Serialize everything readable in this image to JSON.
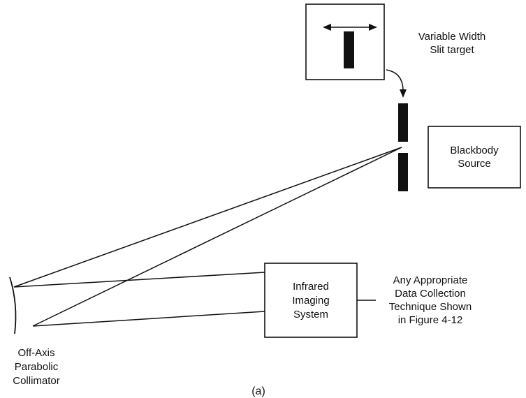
{
  "slit_target": {
    "label_lines": [
      "Variable Width",
      "Slit target"
    ]
  },
  "blackbody": {
    "label_lines": [
      "Blackbody",
      "Source"
    ]
  },
  "imaging_system": {
    "label_lines": [
      "Infrared",
      "Imaging",
      "System"
    ]
  },
  "data_collection": {
    "label_lines": [
      "Any Appropriate",
      "Data Collection",
      "Technique Shown",
      "in Figure 4-12"
    ]
  },
  "collimator": {
    "label_lines": [
      "Off-Axis",
      "Parabolic",
      "Collimator"
    ]
  },
  "caption": "(a)",
  "colors": {
    "ink": "#111111",
    "background": "#ffffff"
  }
}
